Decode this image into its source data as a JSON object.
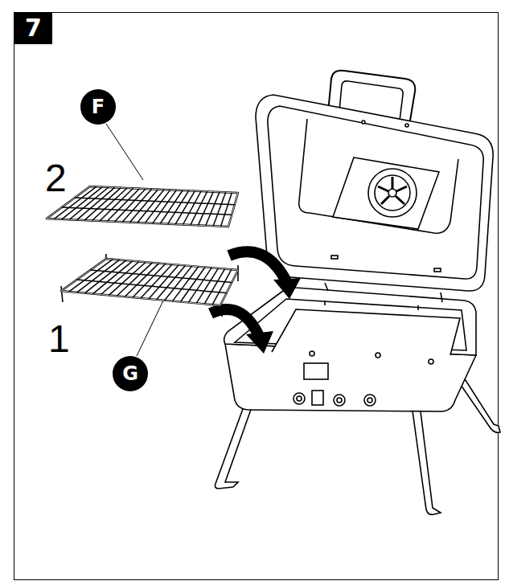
{
  "diagram": {
    "nodes": [
      {
        "text": [
          "7"
        ]
      },
      {
        "text": [
          "F"
        ]
      },
      {
        "text": [
          "G"
        ]
      }
    ],
    "labels": [
      "2",
      "1"
    ]
  }
}
